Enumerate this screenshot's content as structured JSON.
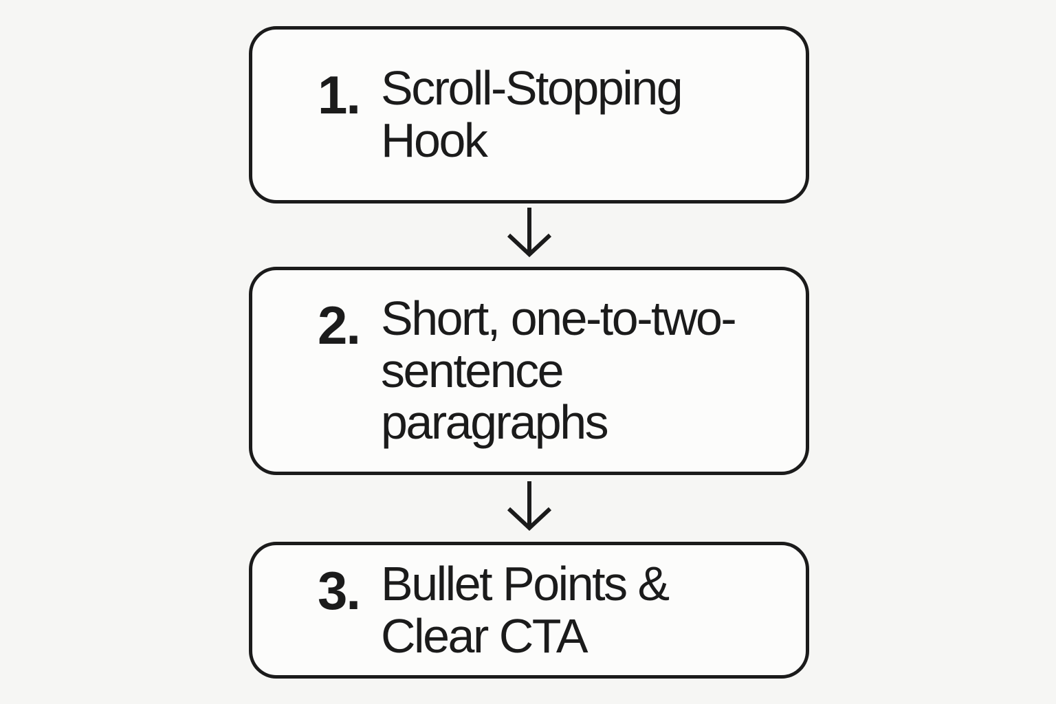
{
  "diagram": {
    "type": "flowchart-vertical",
    "steps": [
      {
        "number": "1.",
        "lines": [
          "Scroll-Stopping",
          "Hook"
        ]
      },
      {
        "number": "2.",
        "lines": [
          "Short, one-to-two-",
          "sentence",
          "paragraphs"
        ]
      },
      {
        "number": "3.",
        "lines": [
          "Bullet Points &",
          "Clear CTA"
        ]
      }
    ],
    "connectors": [
      {
        "from": 1,
        "to": 2,
        "style": "down-arrow"
      },
      {
        "from": 2,
        "to": 3,
        "style": "down-arrow"
      }
    ],
    "colors": {
      "page_background": "#f6f6f4",
      "box_fill": "#fcfcfb",
      "stroke": "#1b1b1b",
      "text": "#1b1b1b"
    }
  }
}
